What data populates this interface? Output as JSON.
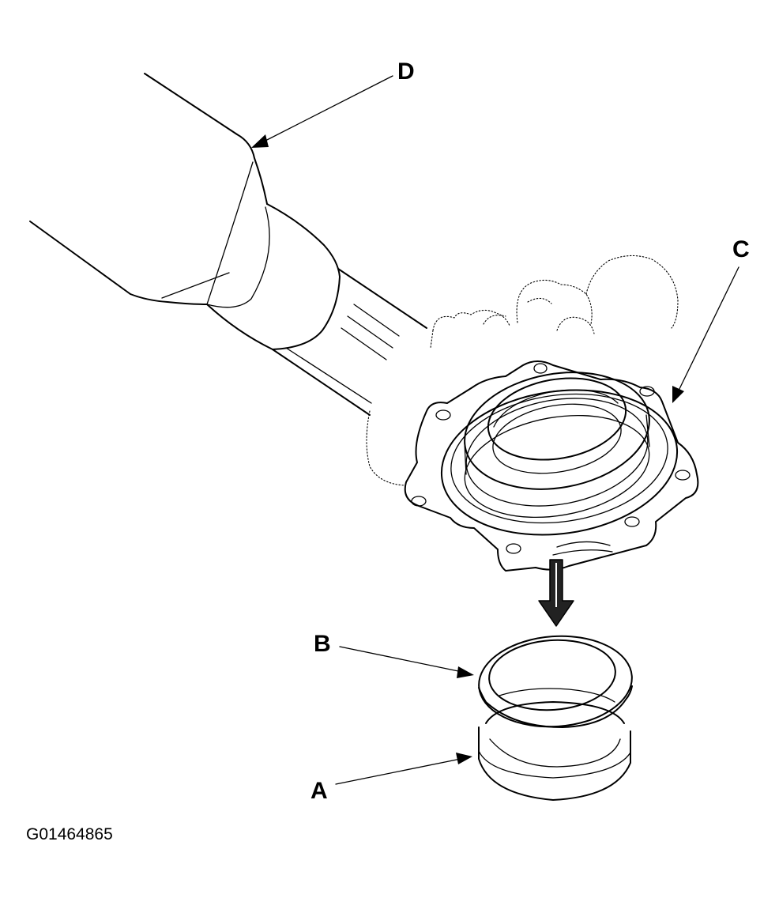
{
  "labels": {
    "a": "A",
    "b": "B",
    "c": "C",
    "d": "D"
  },
  "figure_code": "G01464865"
}
